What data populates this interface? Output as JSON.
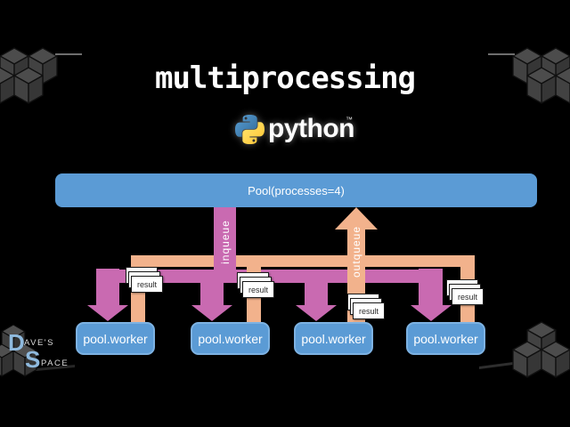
{
  "title": "multiprocessing",
  "python": {
    "wordmark": "python",
    "trademark": "™"
  },
  "pool": {
    "label": "Pool(processes=4)"
  },
  "queues": {
    "in_label": "inqueue",
    "out_label": "outqueue"
  },
  "result_label": "result",
  "workers": [
    {
      "label": "pool.worker"
    },
    {
      "label": "pool.worker"
    },
    {
      "label": "pool.worker"
    },
    {
      "label": "pool.worker"
    }
  ],
  "watermark": {
    "d": "D",
    "aves": "AVE'S",
    "s": "S",
    "pace": "PACE"
  },
  "colors": {
    "box_blue": "#5b9bd5",
    "queue_pink": "#c96ab1",
    "queue_orange": "#f2b28c",
    "python_blue": "#366994",
    "python_yellow": "#ffd43b",
    "background": "#000000"
  }
}
